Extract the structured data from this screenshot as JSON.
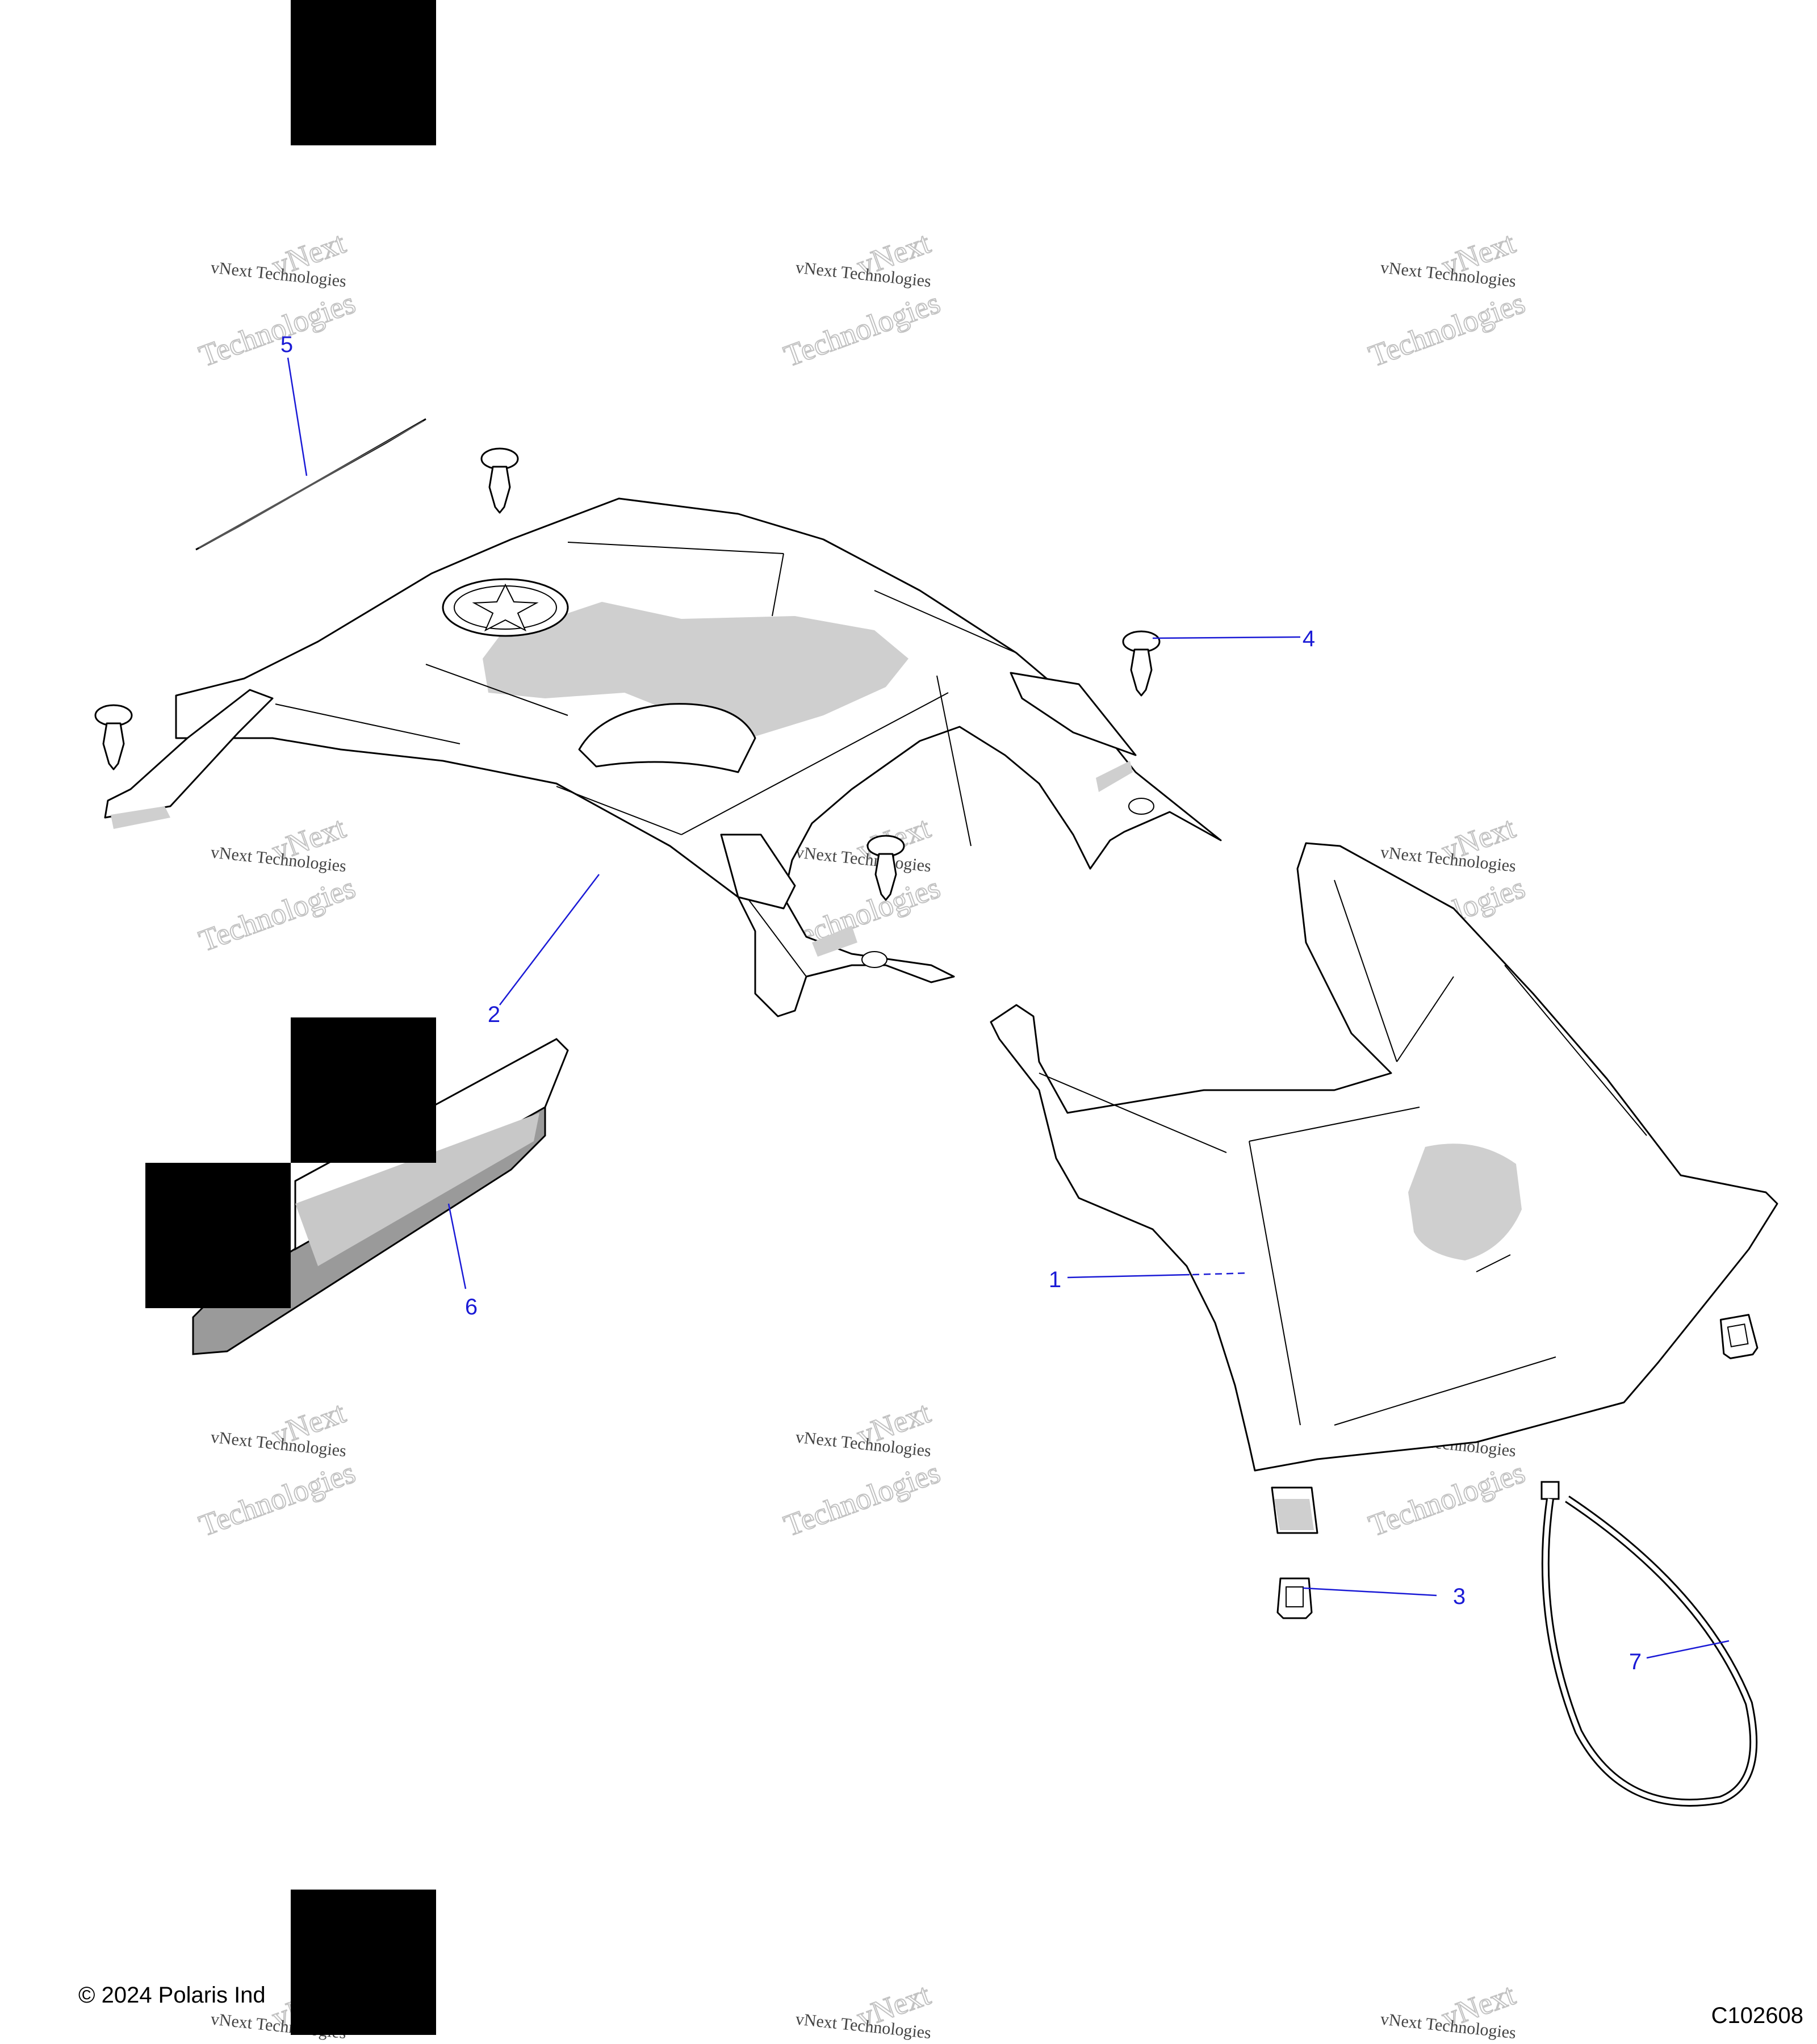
{
  "colors": {
    "callout": "#1a1ad6",
    "redaction": "#000000",
    "shading": "#cfcfcf"
  },
  "callouts": [
    {
      "id": "1",
      "label": "1"
    },
    {
      "id": "2",
      "label": "2"
    },
    {
      "id": "3",
      "label": "3"
    },
    {
      "id": "4",
      "label": "4"
    },
    {
      "id": "5",
      "label": "5"
    },
    {
      "id": "6",
      "label": "6"
    },
    {
      "id": "7",
      "label": "7"
    }
  ],
  "watermark": {
    "small": "vNext Technologies",
    "line1": "vNext",
    "line2": "Technologies"
  },
  "footer": {
    "copyright": "© 2024 Polaris Ind",
    "figure_code": "C102608"
  }
}
